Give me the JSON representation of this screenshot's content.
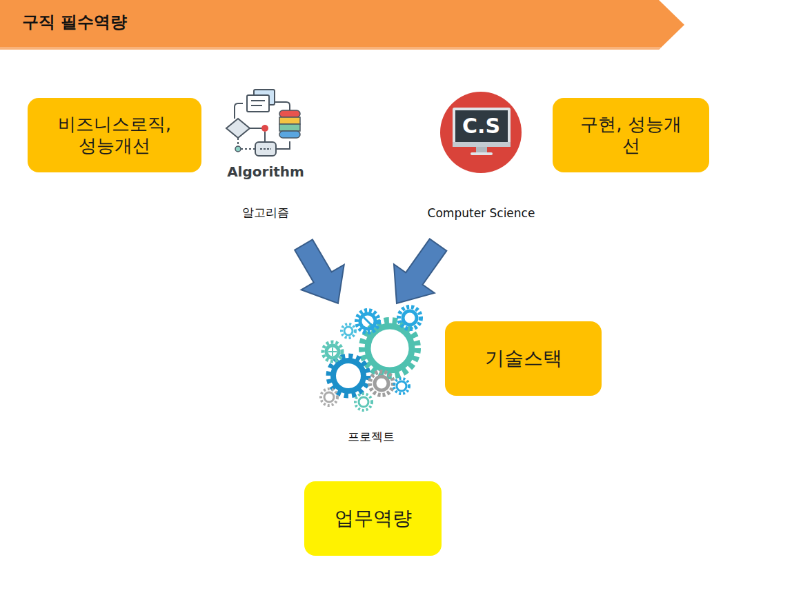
{
  "diagram": {
    "title": "구직 필수역량",
    "nodes": [
      {
        "text": [
          "비즈니스로직, 성능개선"
        ]
      },
      {
        "text": [
          "Algorithm",
          "알고리즘"
        ]
      },
      {
        "text": [
          "C.S",
          "Computer Science"
        ]
      },
      {
        "text": [
          "구현, 성능개선"
        ]
      },
      {
        "text": [
          "프로젝트"
        ]
      },
      {
        "text": [
          "기술스택"
        ]
      },
      {
        "text": [
          "업무역량"
        ]
      }
    ],
    "edges": [
      {
        "from": 1,
        "to": 4,
        "arrow": "to"
      },
      {
        "from": 2,
        "to": 4,
        "arrow": "to"
      }
    ]
  }
}
